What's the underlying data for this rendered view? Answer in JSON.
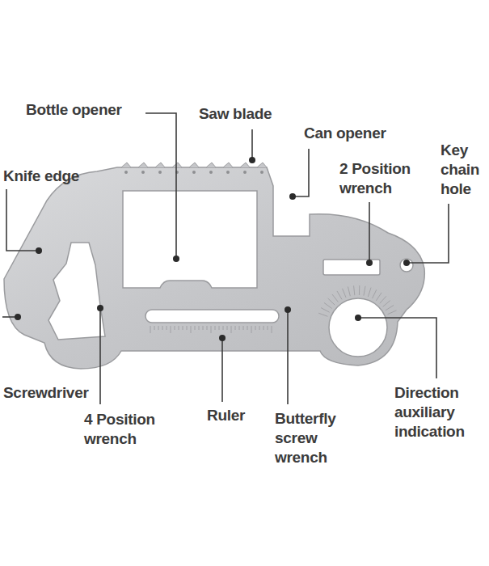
{
  "diagram": {
    "labels": [
      "Bottle opener",
      "Saw blade",
      "Knife edge",
      "Can opener",
      "2 Position wrench",
      "Key chain hole",
      "Screwdriver",
      "4 Position wrench",
      "Ruler",
      "Butterfly screw wrench",
      "Direction auxiliary indication"
    ]
  }
}
